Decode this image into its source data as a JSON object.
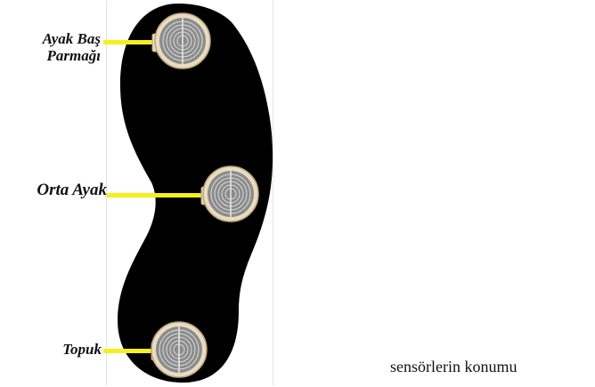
{
  "labels": {
    "toe_line1": "Ayak Baş",
    "toe_line2": "Parmağı",
    "mid": "Orta Ayak",
    "heel": "Topuk"
  },
  "caption": "sensörlerin konumu",
  "colors": {
    "sole": "#000000",
    "connector": "#f5ef1d",
    "sensor_ring": "#e9dcc0",
    "sensor_disc": "#8c8c8c",
    "background": "#ffffff"
  }
}
